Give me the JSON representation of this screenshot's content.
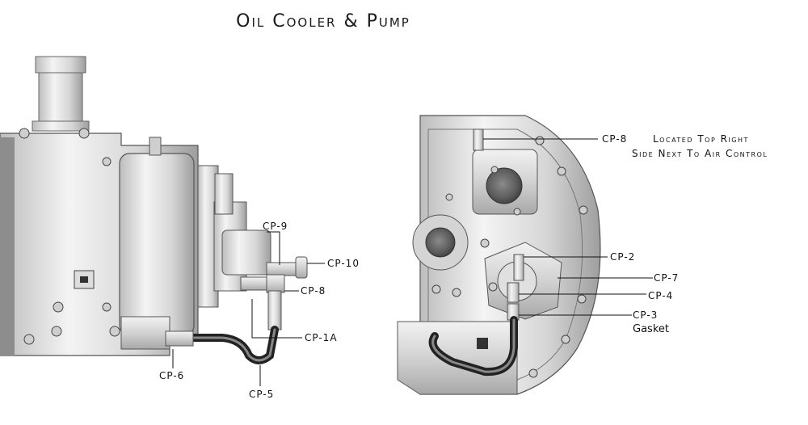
{
  "title": "Oil Cooler & Pump",
  "left_view": {
    "labels": {
      "cp9": "CP-9",
      "cp10": "CP-10",
      "cp8": "CP-8",
      "cp1a": "CP-1A",
      "cp6": "CP-6",
      "cp5": "CP-5"
    }
  },
  "right_view": {
    "labels": {
      "cp8": "CP-8",
      "cp8_note_line1": "Located Top Right",
      "cp8_note_line2": "Side Next To Air Control",
      "cp2": "CP-2",
      "cp7": "CP-7",
      "cp4": "CP-4",
      "cp3": "CP-3",
      "cp3_note": "Gasket"
    }
  }
}
